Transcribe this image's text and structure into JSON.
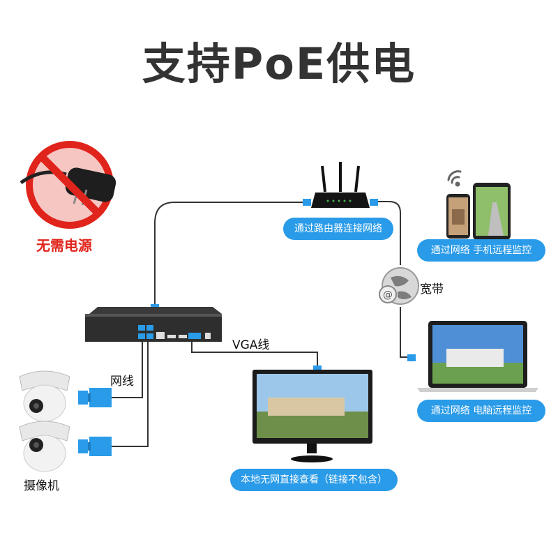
{
  "title": "支持PoE供电",
  "labels": {
    "no_power": "无需电源",
    "router": "通过路由器连接网络",
    "phone": "通过网络 手机远程监控",
    "broadband": "宽带",
    "pc": "通过网络 电脑远程监控",
    "vga": "VGA线",
    "network_cable": "网线",
    "camera": "摄像机",
    "monitor": "本地无网直接查看（链接不包含）"
  },
  "colors": {
    "accent": "#2a9be8",
    "prohibit": "#e0241b",
    "text": "#333333"
  }
}
